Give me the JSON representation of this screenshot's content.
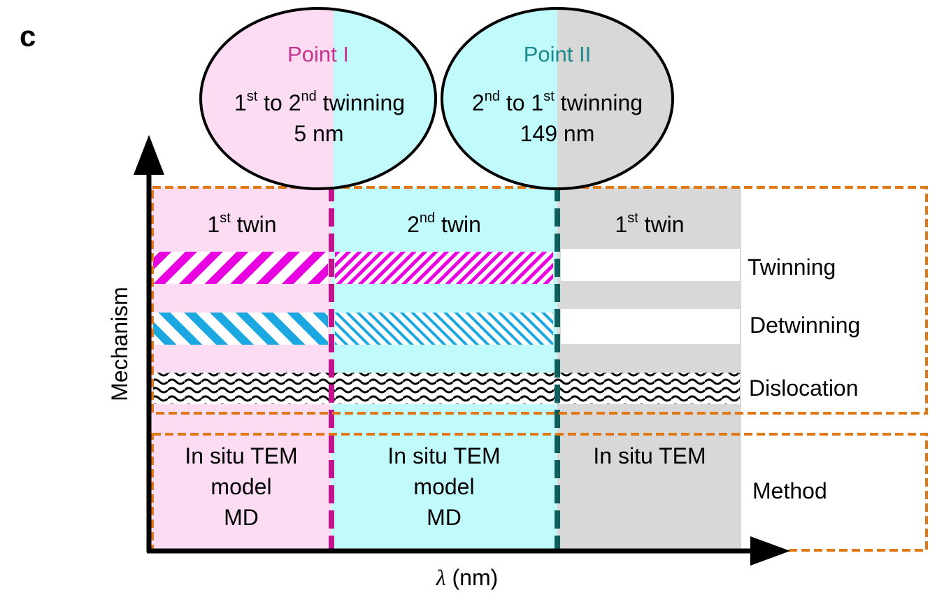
{
  "panel_letter": "c",
  "ellipses": [
    {
      "title": "Point I",
      "title_color": "#c8348f",
      "line_a": "1",
      "sup_a": "st",
      "line_b": " to 2",
      "sup_b": "nd",
      "line_c": " twinning",
      "value": "5 nm",
      "fill_left": "#fcdcf3",
      "fill_right": "#c0fafa"
    },
    {
      "title": "Point II",
      "title_color": "#1a8a8a",
      "line_a": "2",
      "sup_a": "nd",
      "line_b": " to 1",
      "sup_b": "st",
      "line_c": " twinning",
      "value": "149 nm",
      "fill_left": "#c0fafa",
      "fill_right": "#d8d8d8"
    }
  ],
  "regions": [
    {
      "num": "1",
      "sup": "st",
      "suffix": " twin",
      "color": "#fcdcf3"
    },
    {
      "num": "2",
      "sup": "nd",
      "suffix": " twin",
      "color": "#c0fafa"
    },
    {
      "num": "1",
      "sup": "st",
      "suffix": " twin",
      "color": "#d8d8d8"
    }
  ],
  "mechanisms": [
    "Twinning",
    "Detwinning",
    "Dislocation"
  ],
  "methods": [
    [
      "In situ TEM",
      "model",
      "MD"
    ],
    [
      "In situ TEM",
      "model",
      "MD"
    ],
    [
      "In situ TEM"
    ]
  ],
  "method_label": "Method",
  "y_axis_label": "Mechanism",
  "x_axis_label_symbol": "λ",
  "x_axis_label_unit": " (nm)",
  "colors": {
    "magenta": "#e800e0",
    "cyan": "#1ba8e0",
    "divider_1": "#c0148c",
    "divider_2": "#0e5e5e",
    "box_outline": "#e07818"
  }
}
